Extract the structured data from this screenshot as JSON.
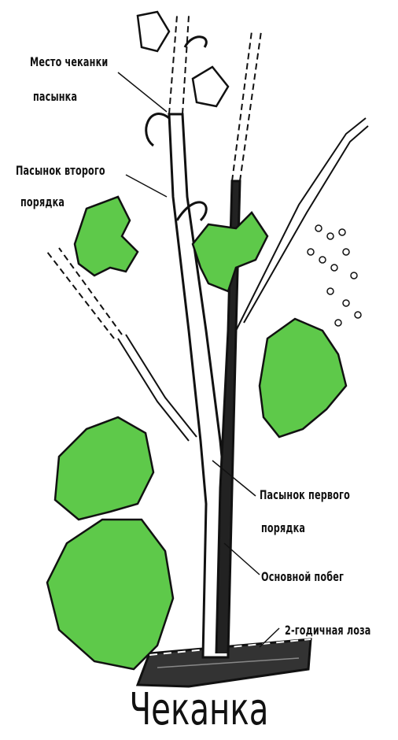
{
  "title": "Чеканка",
  "labels": {
    "pinching_place": [
      "Место чеканки",
      "пасынка"
    ],
    "second_order": [
      "Пасынок второго",
      "порядка"
    ],
    "first_order": [
      "Пасынок первого",
      "порядка"
    ],
    "main_shoot": "Основной побег",
    "two_year_vine": "2-годичная лоза"
  },
  "colors": {
    "leaf": "#5ec94a",
    "ink": "#111111",
    "background": "#ffffff"
  }
}
